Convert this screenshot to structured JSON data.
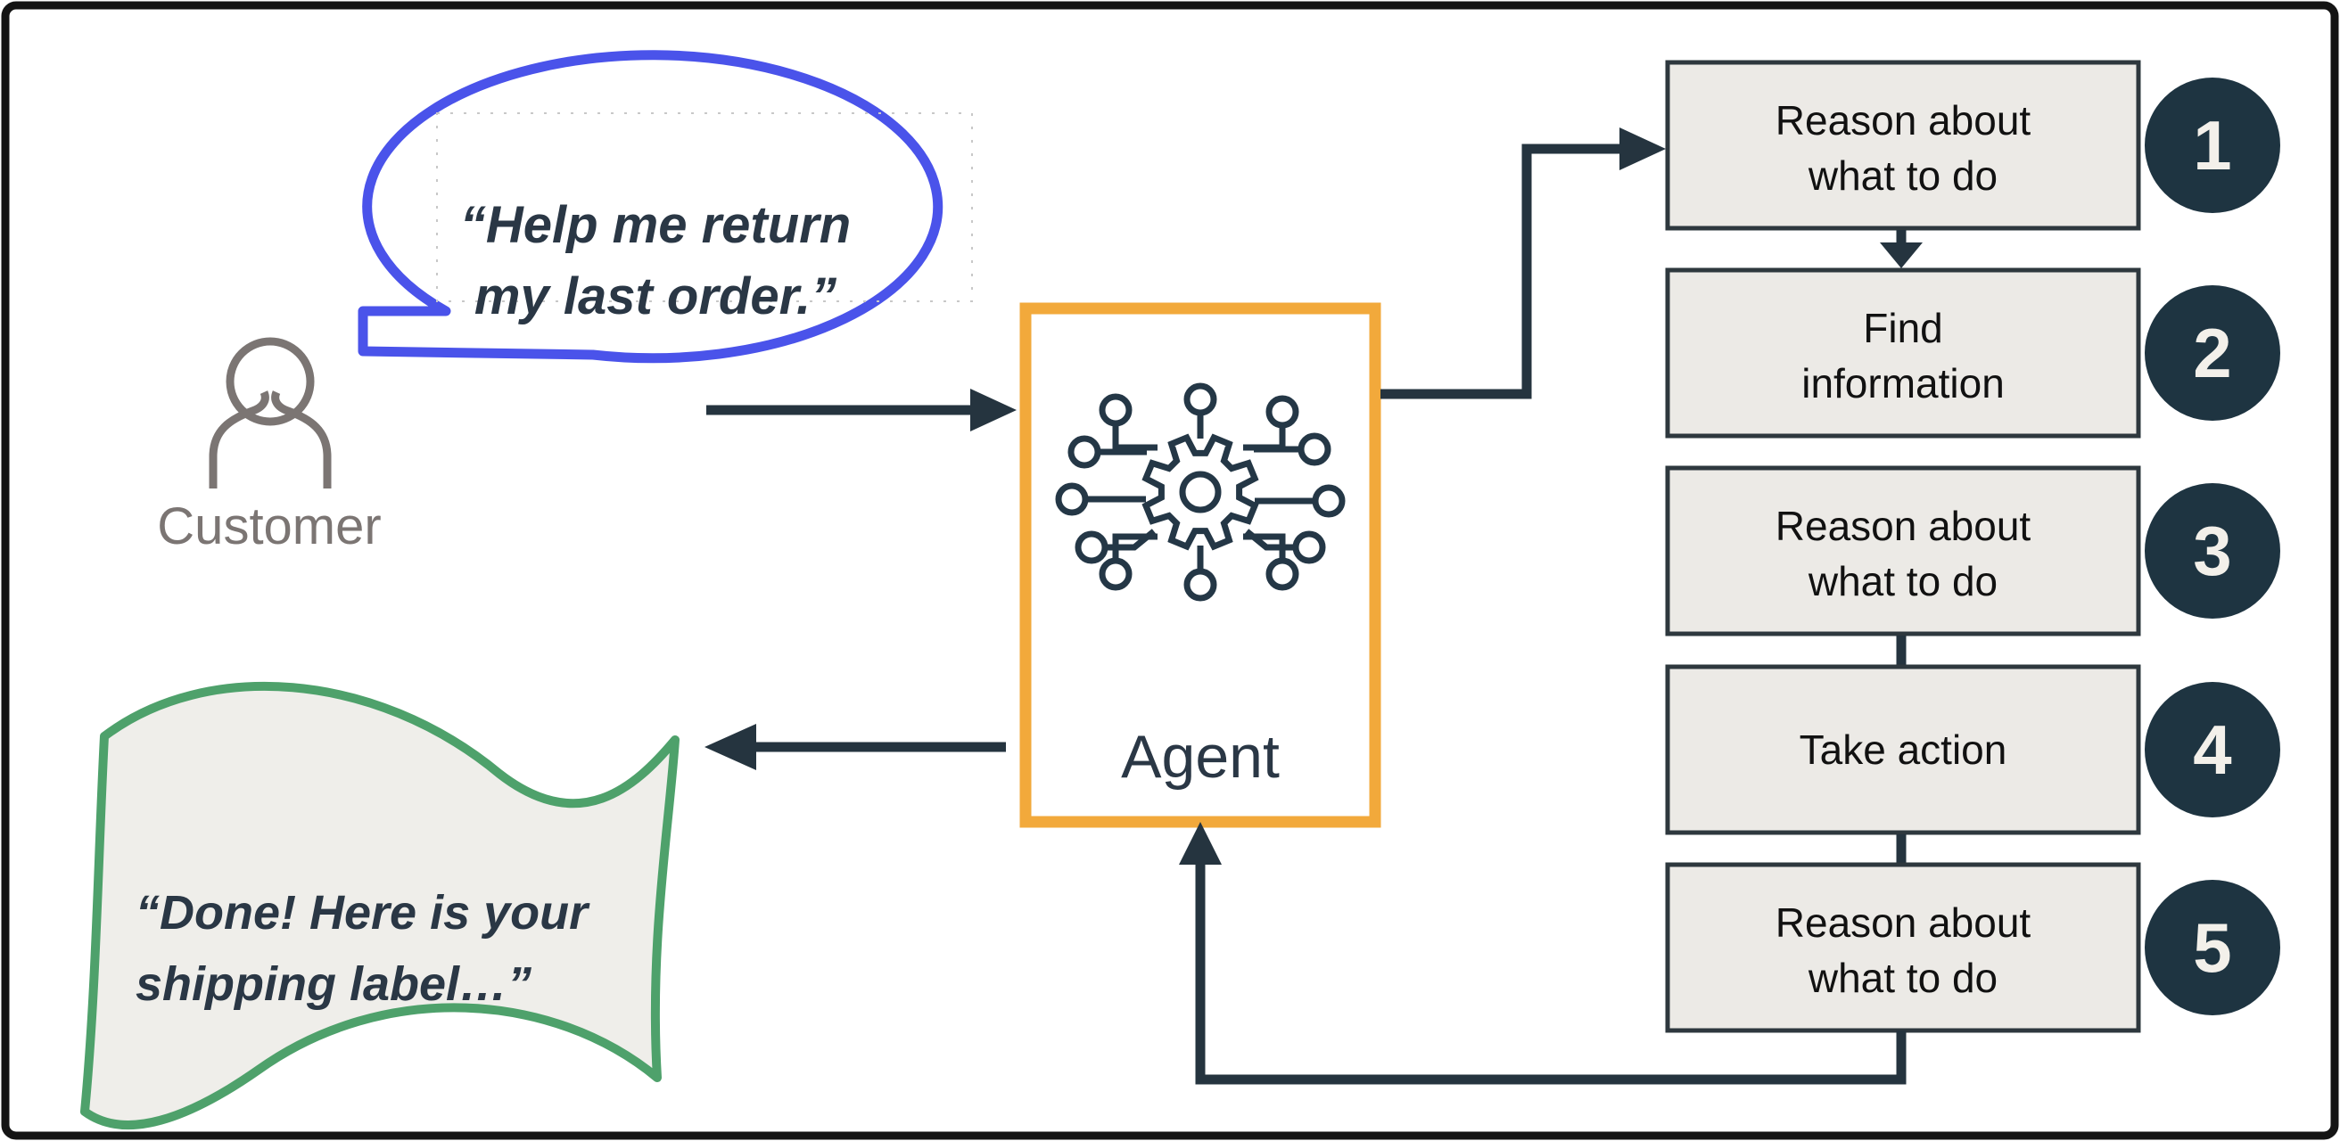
{
  "speech_bubble": {
    "line1": "“Help me return",
    "line2": "my last order.”"
  },
  "customer": {
    "label": "Customer"
  },
  "agent": {
    "label": "Agent"
  },
  "result_flag": {
    "line1": "“Done! Here is your",
    "line2": "shipping label…”"
  },
  "steps": [
    {
      "number": "1",
      "line1": "Reason about",
      "line2": "what to do"
    },
    {
      "number": "2",
      "line1": "Find",
      "line2": "information"
    },
    {
      "number": "3",
      "line1": "Reason about",
      "line2": "what to do"
    },
    {
      "number": "4",
      "line1": "Take action",
      "line2": ""
    },
    {
      "number": "5",
      "line1": "Reason about",
      "line2": "what to do"
    }
  ],
  "colors": {
    "bubble_blue": "#4A53EA",
    "agent_orange": "#F2A93B",
    "flag_green": "#4EA16B",
    "dark_navy": "#25343F",
    "badge_fill": "#1E3441",
    "box_fill": "#ECEAE6",
    "customer_gray": "#7B7573"
  }
}
